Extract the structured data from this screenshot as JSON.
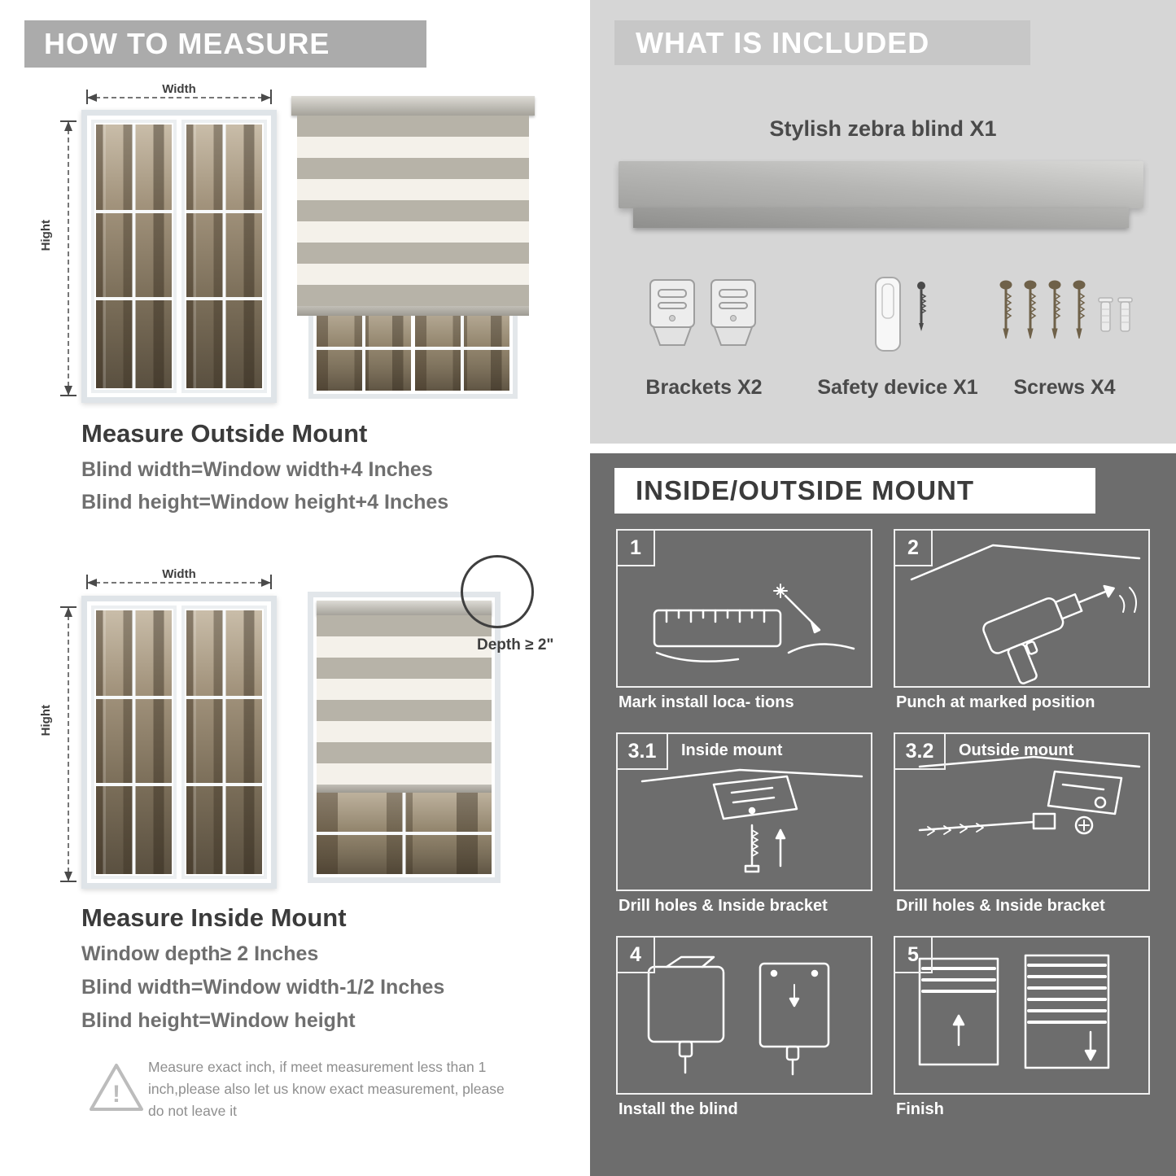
{
  "colors": {
    "banner_gray": "#ababab",
    "panel_light": "#d6d6d6",
    "panel_dark": "#6d6d6d",
    "text_dark": "#3b3b3b",
    "text_gray": "#6f6f6f",
    "stripe_gray": "#b7b3a8",
    "stripe_light": "#f4f1ea"
  },
  "left": {
    "header": "HOW TO MEASURE",
    "outside": {
      "width_label": "Width",
      "height_label": "Hight",
      "title": "Measure Outside Mount",
      "formula1": "Blind width=Window width+4 Inches",
      "formula2": "Blind height=Window height+4 Inches"
    },
    "inside": {
      "width_label": "Width",
      "height_label": "Hight",
      "depth_note": "Depth ≥ 2\"",
      "title": "Measure Inside Mount",
      "formula1": "Window depth≥ 2 Inches",
      "formula2": "Blind width=Window width-1/2 Inches",
      "formula3": "Blind height=Window height"
    },
    "warning": {
      "mark": "!",
      "text": "Measure exact inch, if meet measurement less than 1 inch,please also let us know exact measurement, please do not leave it"
    }
  },
  "included": {
    "header": "WHAT IS INCLUDED",
    "blind_label": "Stylish zebra blind X1",
    "items": [
      {
        "label": "Brackets X2"
      },
      {
        "label": "Safety device X1"
      },
      {
        "label": "Screws X4"
      }
    ]
  },
  "mount": {
    "header": "INSIDE/OUTSIDE MOUNT",
    "steps": [
      {
        "num": "1",
        "sub": "",
        "caption": "Mark install loca- tions"
      },
      {
        "num": "2",
        "sub": "",
        "caption": "Punch at  marked position"
      },
      {
        "num": "3.1",
        "sub": "Inside mount",
        "caption": "Drill holes &  Inside bracket"
      },
      {
        "num": "3.2",
        "sub": "Outside mount",
        "caption": "Drill holes &  Inside bracket"
      },
      {
        "num": "4",
        "sub": "",
        "caption": "Install the blind"
      },
      {
        "num": "5",
        "sub": "",
        "caption": "Finish"
      }
    ]
  }
}
